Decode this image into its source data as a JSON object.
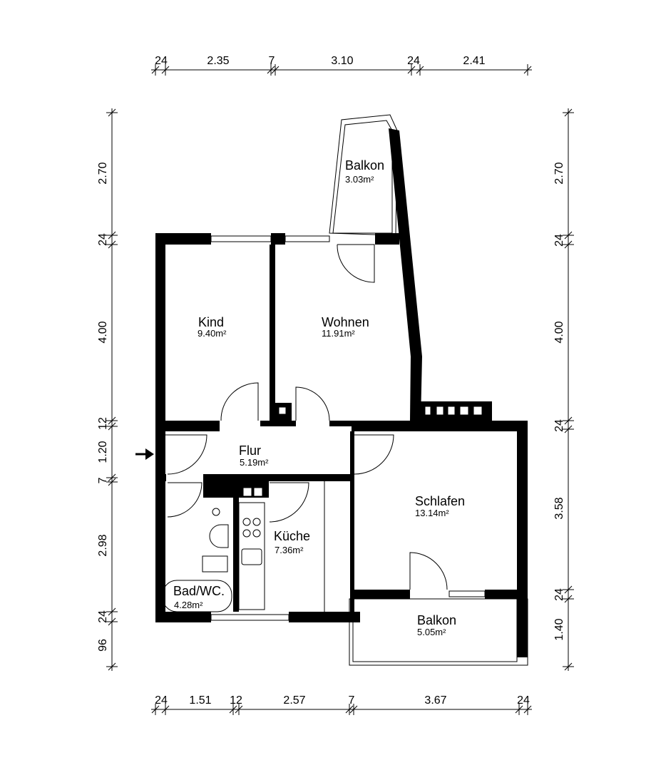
{
  "dimensions": {
    "top": [
      "24",
      "2.35",
      "7",
      "3.10",
      "24",
      "2.41"
    ],
    "bottom": [
      "24",
      "1.51",
      "12",
      "2.57",
      "7",
      "3.67",
      "24"
    ],
    "left": [
      "2.70",
      "24",
      "4.00",
      "12",
      "1.20",
      "7",
      "2.98",
      "24",
      "96"
    ],
    "right": [
      "2.70",
      "24",
      "4.00",
      "24",
      "3.58",
      "24",
      "1.40"
    ]
  },
  "rooms": [
    {
      "name": "Kind",
      "area": "9.40m²"
    },
    {
      "name": "Wohnen",
      "area": "11.91m²"
    },
    {
      "name": "Balkon",
      "area": "3.03m²"
    },
    {
      "name": "Flur",
      "area": "5.19m²"
    },
    {
      "name": "Küche",
      "area": "7.36m²"
    },
    {
      "name": "Bad/WC.",
      "area": "4.28m²"
    },
    {
      "name": "Schlafen",
      "area": "13.14m²"
    },
    {
      "name": "Balkon",
      "area": "5.05m²"
    }
  ],
  "icons": {
    "entrance": "arrow-right-icon"
  }
}
